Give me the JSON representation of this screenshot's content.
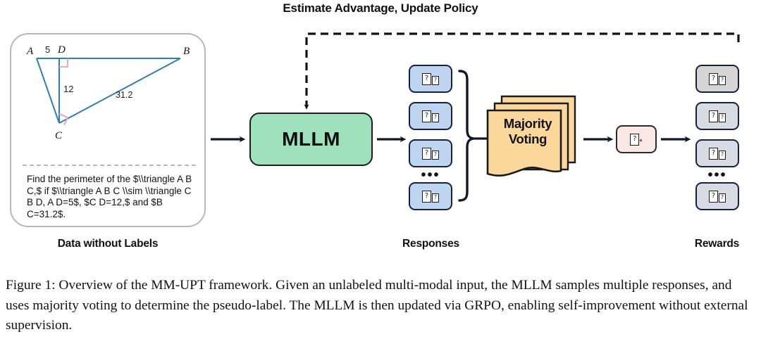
{
  "figure": {
    "top_title": "Estimate Advantage, Update Policy",
    "caption": "Figure 1: Overview of the MM-UPT framework. Given an unlabeled multi-modal input, the MLLM samples multiple responses, and uses majority voting to determine the pseudo-label. The MLLM is then updated via GRPO, enabling self-improvement without external supervision."
  },
  "data_card": {
    "label": "Data without Labels",
    "problem_text": "Find the perimeter of the $\\\\triangle A B C,$ if $\\\\triangle A B C \\\\sim \\\\triangle C B D, A D=5$, $C D=12,$ and $B C=31.2$.",
    "geometry": {
      "vertices": [
        "A",
        "B",
        "C",
        "D"
      ],
      "labels": [
        "A",
        "5",
        "D",
        "B",
        "12",
        "31.2",
        "C"
      ],
      "segment_ad": "5",
      "segment_cd": "12",
      "segment_cb": "31.2",
      "line_color": "#2e7fb0",
      "right_angle_color": "#e8a0b8"
    }
  },
  "model": {
    "label": "MLLM",
    "color": "#9fe0bd"
  },
  "responses": {
    "label": "Responses",
    "count_visible": 4,
    "ellipsis": "•••",
    "chip_glyph": "?",
    "color": "#bed4f0"
  },
  "majority_voting": {
    "label": "Majority\nVoting",
    "line1": "Majority",
    "line2": "Voting",
    "color": "#fbd79b",
    "card_count": 3
  },
  "pseudo_label": {
    "glyph": "?",
    "star": "*",
    "color": "#f9e8e4"
  },
  "rewards": {
    "label": "Rewards",
    "count_visible": 4,
    "ellipsis": "•••",
    "chip_glyph": "?",
    "color": "#d9dbe4"
  }
}
